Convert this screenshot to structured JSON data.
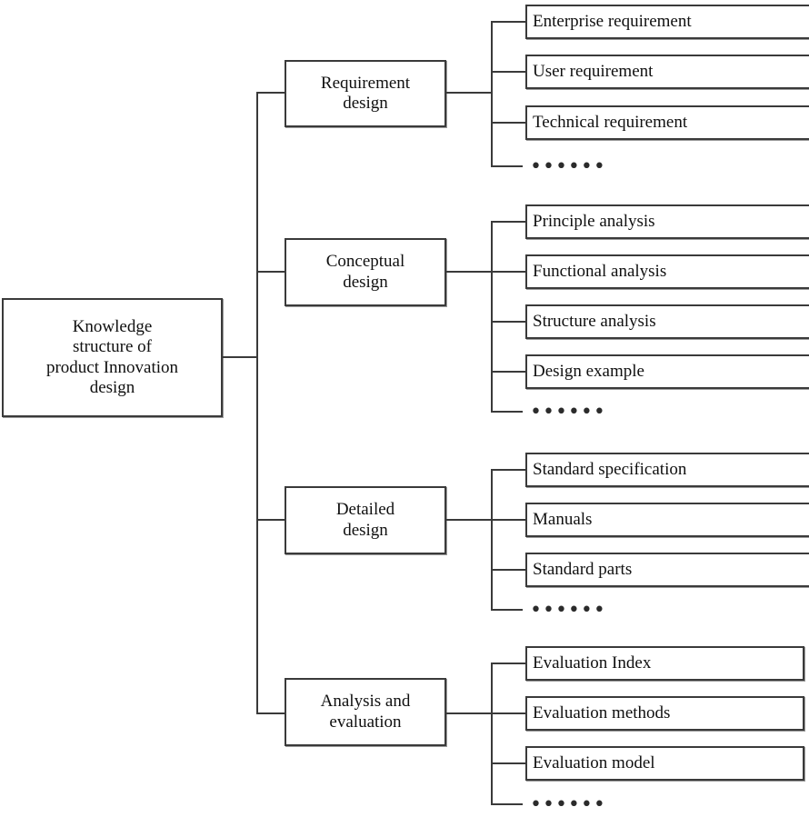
{
  "diagram": {
    "title": "Knowledge structure of product Innovation design",
    "root": {
      "label": "Knowledge\nstructure of\nproduct Innovation\ndesign"
    },
    "ellipsis_glyph": "••••••",
    "branches": [
      {
        "label": "Requirement\ndesign",
        "leaves": [
          {
            "label": "Enterprise requirement"
          },
          {
            "label": "User requirement"
          },
          {
            "label": "Technical requirement"
          }
        ],
        "has_ellipsis": true
      },
      {
        "label": "Conceptual\ndesign",
        "leaves": [
          {
            "label": "Principle analysis"
          },
          {
            "label": "Functional analysis"
          },
          {
            "label": "Structure analysis"
          },
          {
            "label": "Design example"
          }
        ],
        "has_ellipsis": true
      },
      {
        "label": "Detailed\ndesign",
        "leaves": [
          {
            "label": "Standard specification"
          },
          {
            "label": "Manuals"
          },
          {
            "label": "Standard parts"
          }
        ],
        "has_ellipsis": true
      },
      {
        "label": "Analysis and\nevaluation",
        "leaves": [
          {
            "label": "Evaluation Index"
          },
          {
            "label": "Evaluation methods"
          },
          {
            "label": "Evaluation model"
          }
        ],
        "has_ellipsis": true
      }
    ],
    "colors": {
      "stroke": "#3a3a3a",
      "text": "#101010",
      "background": "#ffffff"
    }
  }
}
